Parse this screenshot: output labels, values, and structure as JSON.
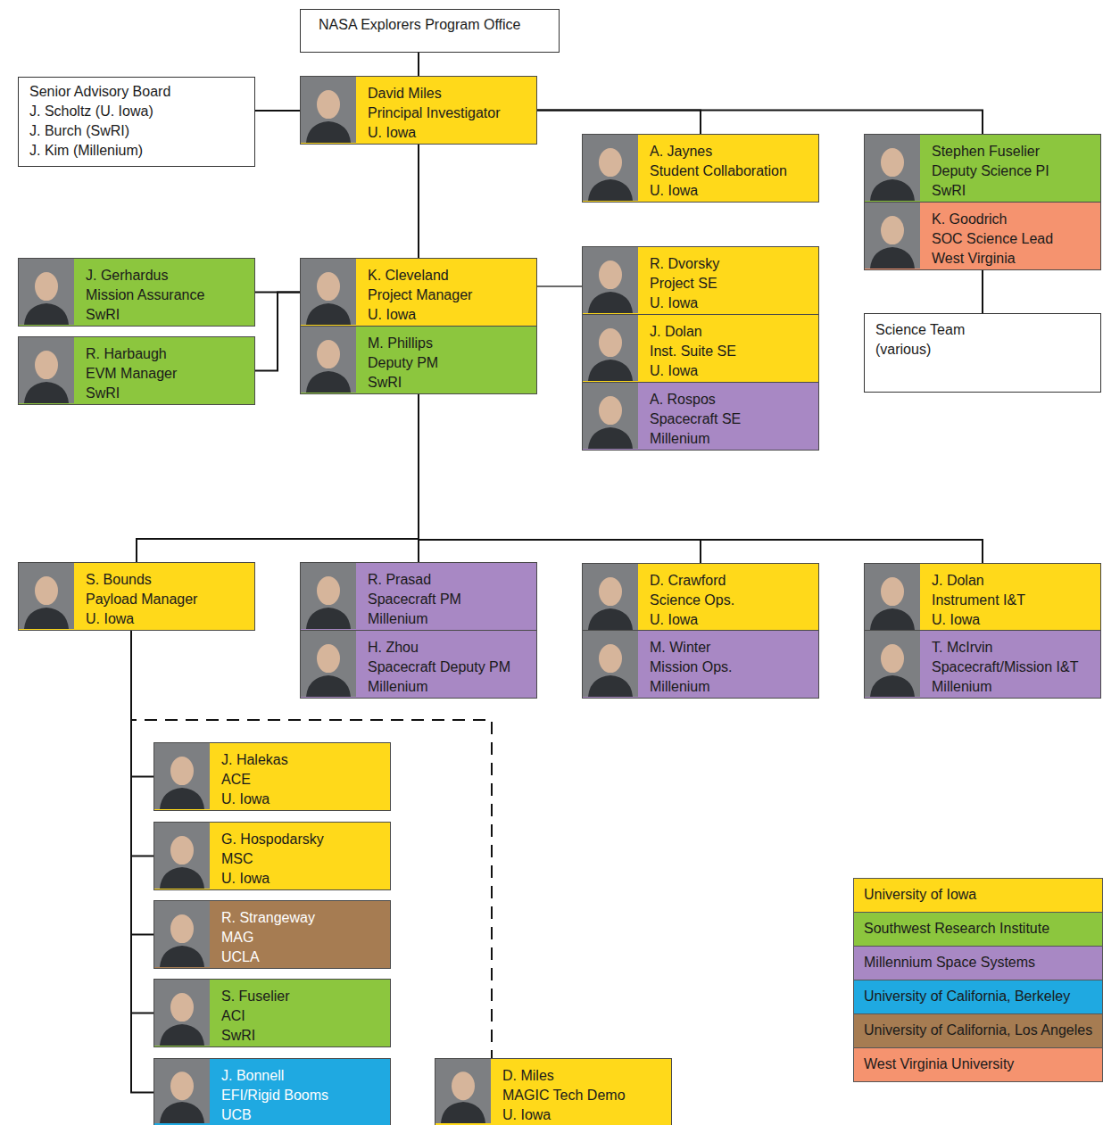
{
  "diagram": {
    "nodes": [
      {
        "text": [
          "NASA Explorers Program Office"
        ]
      },
      {
        "text": [
          "Senior Advisory Board",
          "J. Scholtz (U. Iowa)",
          "J. Burch (SwRI)",
          "J. Kim (Millenium)"
        ]
      },
      {
        "text": [
          "David Miles",
          "Principal Investigator",
          "U. Iowa"
        ]
      },
      {
        "text": [
          "A. Jaynes",
          "Student Collaboration",
          "U. Iowa"
        ]
      },
      {
        "text": [
          "Stephen Fuselier",
          "Deputy Science PI",
          "SwRI"
        ]
      },
      {
        "text": [
          "K. Goodrich",
          "SOC Science Lead",
          "West Virginia"
        ]
      },
      {
        "text": [
          "Science Team",
          "(various)"
        ]
      },
      {
        "text": [
          "J. Gerhardus",
          "Mission Assurance",
          "SwRI"
        ]
      },
      {
        "text": [
          "R. Harbaugh",
          "EVM Manager",
          "SwRI"
        ]
      },
      {
        "text": [
          "K. Cleveland",
          "Project Manager",
          "U. Iowa"
        ]
      },
      {
        "text": [
          "M. Phillips",
          "Deputy PM",
          "SwRI"
        ]
      },
      {
        "text": [
          "R. Dvorsky",
          "Project SE",
          "U. Iowa"
        ]
      },
      {
        "text": [
          "J. Dolan",
          "Inst. Suite SE",
          "U. Iowa"
        ]
      },
      {
        "text": [
          "A. Rospos",
          "Spacecraft SE",
          "Millenium"
        ]
      },
      {
        "text": [
          "S. Bounds",
          "Payload Manager",
          "U. Iowa"
        ]
      },
      {
        "text": [
          "R. Prasad",
          "Spacecraft PM",
          "Millenium"
        ]
      },
      {
        "text": [
          "H. Zhou",
          "Spacecraft Deputy PM",
          "Millenium"
        ]
      },
      {
        "text": [
          "D. Crawford",
          "Science Ops.",
          "U. Iowa"
        ]
      },
      {
        "text": [
          "M. Winter",
          "Mission Ops.",
          "Millenium"
        ]
      },
      {
        "text": [
          "J. Dolan",
          "Instrument I&T",
          "U. Iowa"
        ]
      },
      {
        "text": [
          "T. McIrvin",
          "Spacecraft/Mission I&T",
          "Millenium"
        ]
      },
      {
        "text": [
          "J. Halekas",
          "ACE",
          "U. Iowa"
        ]
      },
      {
        "text": [
          "G. Hospodarsky",
          "MSC",
          "U. Iowa"
        ]
      },
      {
        "text": [
          "R. Strangeway",
          "MAG",
          "UCLA"
        ]
      },
      {
        "text": [
          "S. Fuselier",
          "ACI",
          "SwRI"
        ]
      },
      {
        "text": [
          "J. Bonnell",
          "EFI/Rigid Booms",
          "UCB"
        ]
      },
      {
        "text": [
          "D. Miles",
          "MAGIC Tech Demo",
          "U. Iowa"
        ]
      }
    ],
    "edges": [
      {
        "from": 0,
        "to": 2,
        "arrow": "none"
      },
      {
        "from": 1,
        "to": 2,
        "arrow": "none"
      },
      {
        "from": 2,
        "to": 3,
        "arrow": "none"
      },
      {
        "from": 2,
        "to": 4,
        "arrow": "none"
      },
      {
        "from": 2,
        "to": 9,
        "arrow": "none"
      },
      {
        "from": 5,
        "to": 6,
        "arrow": "none"
      },
      {
        "from": 9,
        "to": 7,
        "arrow": "none"
      },
      {
        "from": 9,
        "to": 8,
        "arrow": "none"
      },
      {
        "from": 9,
        "to": 11,
        "arrow": "none"
      },
      {
        "from": 10,
        "to": 14,
        "arrow": "none"
      },
      {
        "from": 10,
        "to": 15,
        "arrow": "none"
      },
      {
        "from": 10,
        "to": 17,
        "arrow": "none"
      },
      {
        "from": 10,
        "to": 19,
        "arrow": "none"
      },
      {
        "from": 14,
        "to": 21,
        "arrow": "none"
      },
      {
        "from": 14,
        "to": 22,
        "arrow": "none"
      },
      {
        "from": 14,
        "to": 23,
        "arrow": "none"
      },
      {
        "from": 14,
        "to": 24,
        "arrow": "none"
      },
      {
        "from": 14,
        "to": 25,
        "arrow": "none"
      },
      {
        "from": 14,
        "to": 26,
        "arrow": "none"
      }
    ],
    "legend": [
      {
        "text": "University of Iowa",
        "color": "#ffd91a"
      },
      {
        "text": "Southwest Research Institute",
        "color": "#8cc63e"
      },
      {
        "text": "Millennium Space Systems",
        "color": "#a888c4"
      },
      {
        "text": "University of California, Berkeley",
        "color": "#1fa9e1"
      },
      {
        "text": "University of California, Los Angeles",
        "color": "#a67c52"
      },
      {
        "text": "West Virginia University",
        "color": "#f5936f"
      }
    ]
  }
}
